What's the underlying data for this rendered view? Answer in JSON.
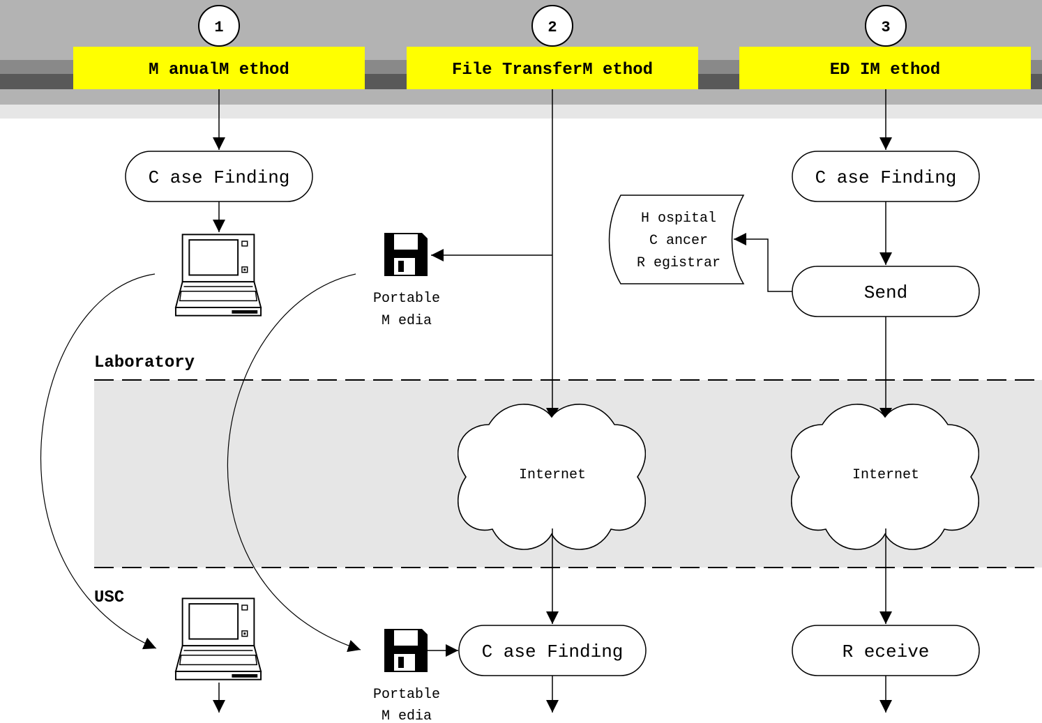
{
  "header": {
    "columns": [
      {
        "number": "1",
        "title": "M anualM ethod"
      },
      {
        "number": "2",
        "title": "File TransferM ethod"
      },
      {
        "number": "3",
        "title": "ED IM ethod"
      }
    ]
  },
  "zones": {
    "laboratory": "Laboratory",
    "usc": "USC"
  },
  "manual": {
    "case_finding": "C ase Finding",
    "top_device": "laptop-computer",
    "bottom_device": "laptop-computer"
  },
  "file_transfer": {
    "top_media_label": [
      "Portable",
      "M edia"
    ],
    "internet_label": "Internet",
    "case_finding": "C ase Finding",
    "bottom_media_label": [
      "Portable",
      "M edia"
    ]
  },
  "edi": {
    "case_finding": "C ase Finding",
    "registry_label": [
      "H ospital",
      "C ancer",
      "R egistrar"
    ],
    "send": "Send",
    "internet_label": "Internet",
    "receive": "R eceive"
  },
  "colors": {
    "header_label_bg": "#ffff00",
    "header_bar_top": "#b3b3b3",
    "header_bar_dark": "#595959",
    "network_band": "#e6e6e6",
    "line": "#000000"
  }
}
